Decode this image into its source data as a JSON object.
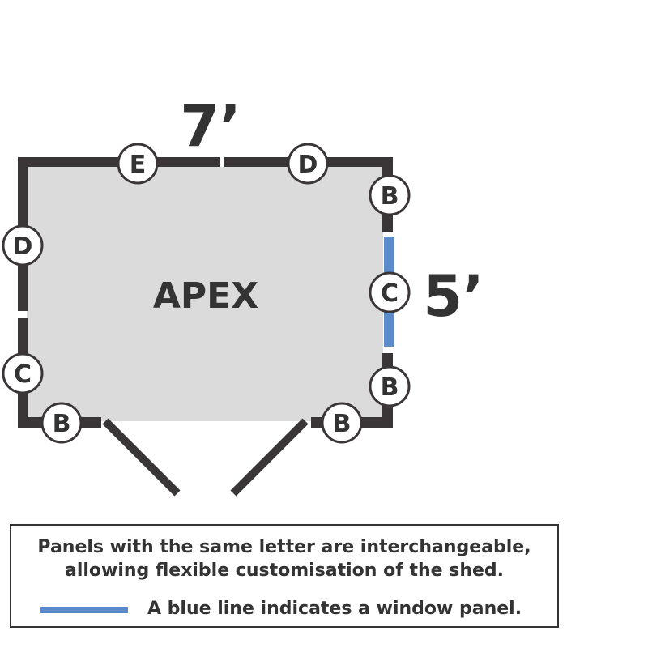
{
  "colors": {
    "wall": "#3a3536",
    "floor": "#dcdbdc",
    "window": "#5b8bc9",
    "text": "#333333",
    "badge_fill": "#ffffff"
  },
  "diagram": {
    "model_name": "APEX",
    "width_label": "7’",
    "depth_label": "5’",
    "panels": [
      {
        "letter": "E",
        "position": "front",
        "is_window": false
      },
      {
        "letter": "D",
        "position": "front",
        "is_window": false
      },
      {
        "letter": "B",
        "position": "right",
        "is_window": false
      },
      {
        "letter": "C",
        "position": "right",
        "is_window": true
      },
      {
        "letter": "B",
        "position": "right",
        "is_window": false
      },
      {
        "letter": "D",
        "position": "left",
        "is_window": false
      },
      {
        "letter": "C",
        "position": "left",
        "is_window": false
      },
      {
        "letter": "B",
        "position": "back",
        "is_window": false
      },
      {
        "letter": "B",
        "position": "back",
        "is_window": false
      }
    ]
  },
  "legend": {
    "note_line_1": "Panels with the same letter are interchangeable,",
    "note_line_2": "allowing flexible customisation of the shed.",
    "window_key": "A blue line indicates a window panel."
  }
}
